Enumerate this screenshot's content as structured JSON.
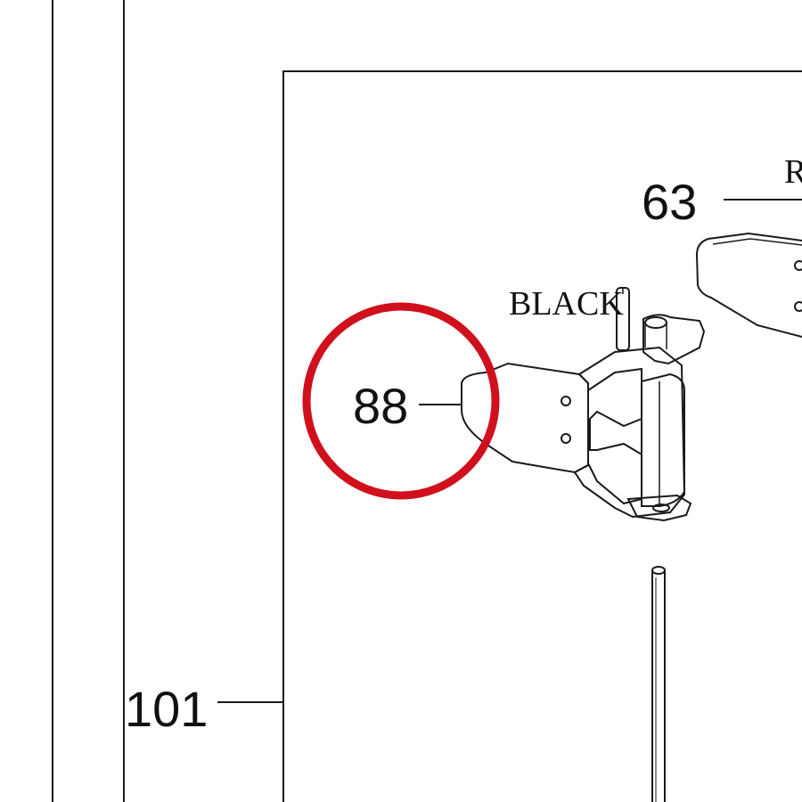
{
  "diagram": {
    "callouts": {
      "part_63": "63",
      "part_88": "88",
      "part_101": "101"
    },
    "labels": {
      "color_note": "BLACK",
      "cut_off_text": "R"
    },
    "highlight": {
      "target": "88",
      "color": "#d0101c"
    },
    "line_color": "#1a1a1a"
  }
}
